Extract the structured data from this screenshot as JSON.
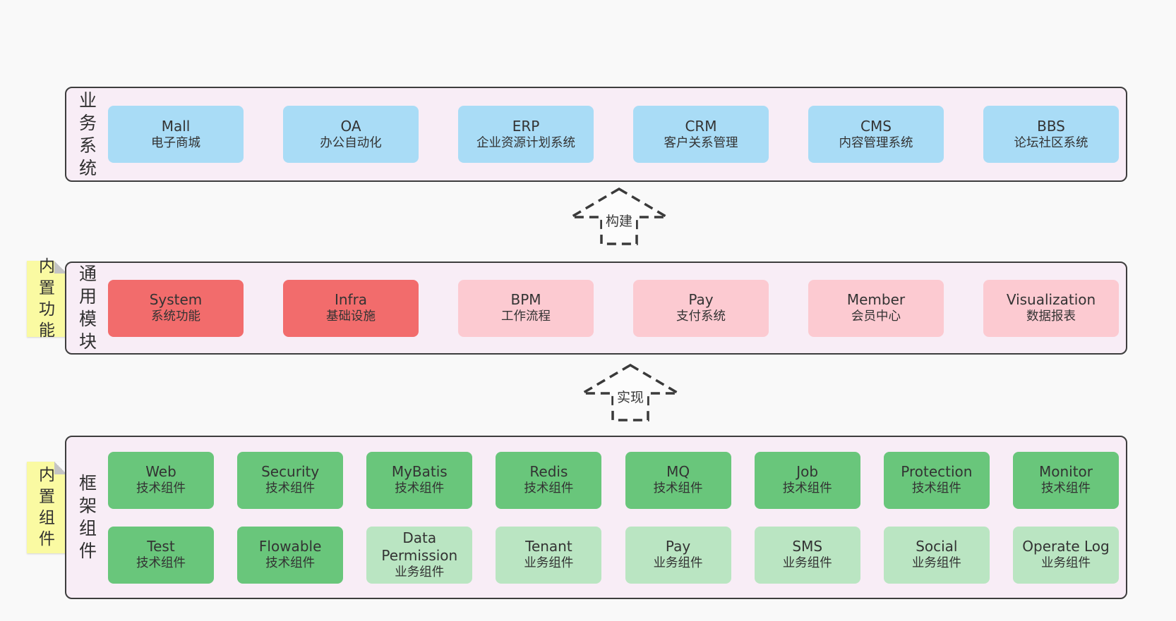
{
  "colors": {
    "page_bg": "#f9f9f9",
    "layer_bg": "#f8edf6",
    "layer_border": "#3d3d3d",
    "blue": "#a9dcf6",
    "red": "#f26c6c",
    "pink": "#fccad1",
    "green": "#69c67b",
    "lightgreen": "#bae5c2",
    "sticky": "#fafaa2",
    "sticky_fold": "#c4c4c4",
    "text": "#333333",
    "dash": "#3a3a3a"
  },
  "stickies": [
    {
      "label": "内置功能"
    },
    {
      "label": "内置组件"
    }
  ],
  "arrows": [
    {
      "label": "构建"
    },
    {
      "label": "实现"
    }
  ],
  "layers": [
    {
      "label": "业务系统",
      "boxes": [
        {
          "title": "Mall",
          "subtitle": "电子商城",
          "variant": "blue"
        },
        {
          "title": "OA",
          "subtitle": "办公自动化",
          "variant": "blue"
        },
        {
          "title": "ERP",
          "subtitle": "企业资源计划系统",
          "variant": "blue"
        },
        {
          "title": "CRM",
          "subtitle": "客户关系管理",
          "variant": "blue"
        },
        {
          "title": "CMS",
          "subtitle": "内容管理系统",
          "variant": "blue"
        },
        {
          "title": "BBS",
          "subtitle": "论坛社区系统",
          "variant": "blue"
        }
      ]
    },
    {
      "label": "通用模块",
      "boxes": [
        {
          "title": "System",
          "subtitle": "系统功能",
          "variant": "red"
        },
        {
          "title": "Infra",
          "subtitle": "基础设施",
          "variant": "red"
        },
        {
          "title": "BPM",
          "subtitle": "工作流程",
          "variant": "pink"
        },
        {
          "title": "Pay",
          "subtitle": "支付系统",
          "variant": "pink"
        },
        {
          "title": "Member",
          "subtitle": "会员中心",
          "variant": "pink"
        },
        {
          "title": "Visualization",
          "subtitle": "数据报表",
          "variant": "pink"
        }
      ]
    },
    {
      "label": "框架组件",
      "rows": [
        [
          {
            "title": "Web",
            "subtitle": "技术组件",
            "variant": "green"
          },
          {
            "title": "Security",
            "subtitle": "技术组件",
            "variant": "green"
          },
          {
            "title": "MyBatis",
            "subtitle": "技术组件",
            "variant": "green"
          },
          {
            "title": "Redis",
            "subtitle": "技术组件",
            "variant": "green"
          },
          {
            "title": "MQ",
            "subtitle": "技术组件",
            "variant": "green"
          },
          {
            "title": "Job",
            "subtitle": "技术组件",
            "variant": "green"
          },
          {
            "title": "Protection",
            "subtitle": "技术组件",
            "variant": "green"
          },
          {
            "title": "Monitor",
            "subtitle": "技术组件",
            "variant": "green"
          }
        ],
        [
          {
            "title": "Test",
            "subtitle": "技术组件",
            "variant": "green"
          },
          {
            "title": "Flowable",
            "subtitle": "技术组件",
            "variant": "green"
          },
          {
            "title": "Data Permission",
            "subtitle": "业务组件",
            "variant": "lightgreen"
          },
          {
            "title": "Tenant",
            "subtitle": "业务组件",
            "variant": "lightgreen"
          },
          {
            "title": "Pay",
            "subtitle": "业务组件",
            "variant": "lightgreen"
          },
          {
            "title": "SMS",
            "subtitle": "业务组件",
            "variant": "lightgreen"
          },
          {
            "title": "Social",
            "subtitle": "业务组件",
            "variant": "lightgreen"
          },
          {
            "title": "Operate Log",
            "subtitle": "业务组件",
            "variant": "lightgreen"
          }
        ]
      ]
    }
  ]
}
